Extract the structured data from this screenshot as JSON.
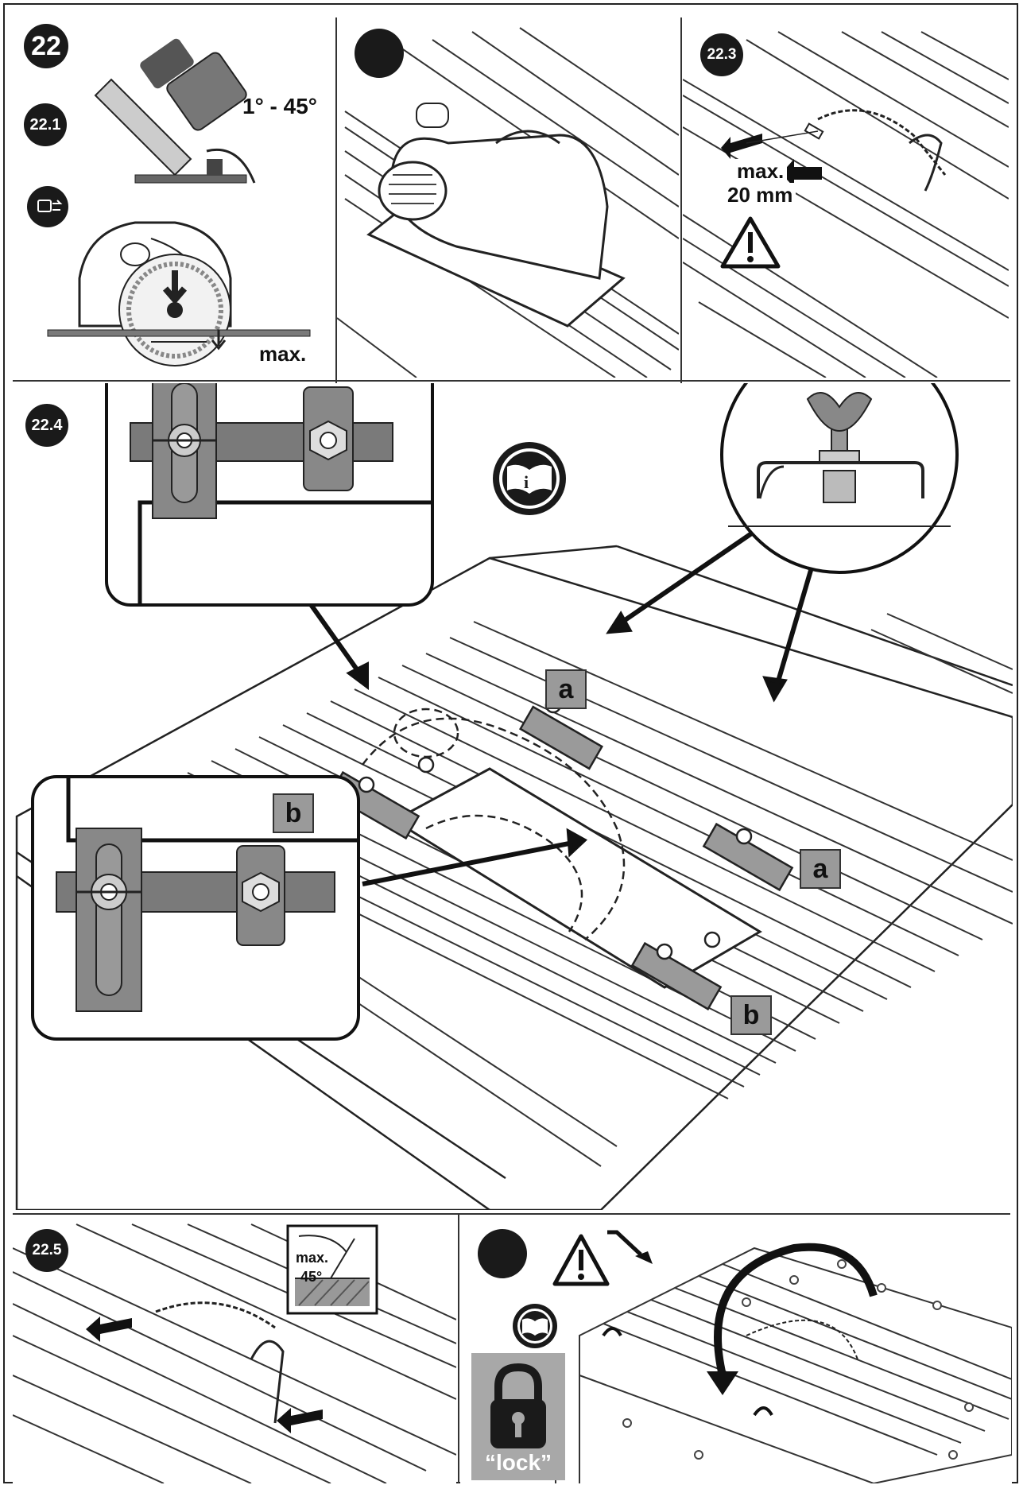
{
  "panels": {
    "p22": {
      "badge": "22",
      "sub_badge": "22.1",
      "angle_label": "1° - 45°",
      "depth_label": "max."
    },
    "p22_2": {
      "badge": ""
    },
    "p22_3": {
      "badge": "22.3",
      "gap_label_1": "max.",
      "gap_label_2": "20 mm"
    },
    "p22_4": {
      "badge": "22.4",
      "clamp_label_a": "a",
      "clamp_label_b": "b"
    },
    "p22_5": {
      "badge": "22.5",
      "angle_label_1": "max.",
      "angle_label_2": "45°"
    },
    "p22_6": {
      "badge": "",
      "lock_label": "“lock”"
    }
  },
  "colors": {
    "ink": "#1a1a1a",
    "label_fill": "#9a9a9a",
    "lock_fill": "#a8a8a8",
    "grey": "#7a7a7a"
  },
  "icons": [
    "circular-saw-icon",
    "info-book-icon",
    "warning-icon",
    "padlock-icon",
    "rotate-arrow-icon",
    "hex-key-icon",
    "wing-nut-icon"
  ]
}
